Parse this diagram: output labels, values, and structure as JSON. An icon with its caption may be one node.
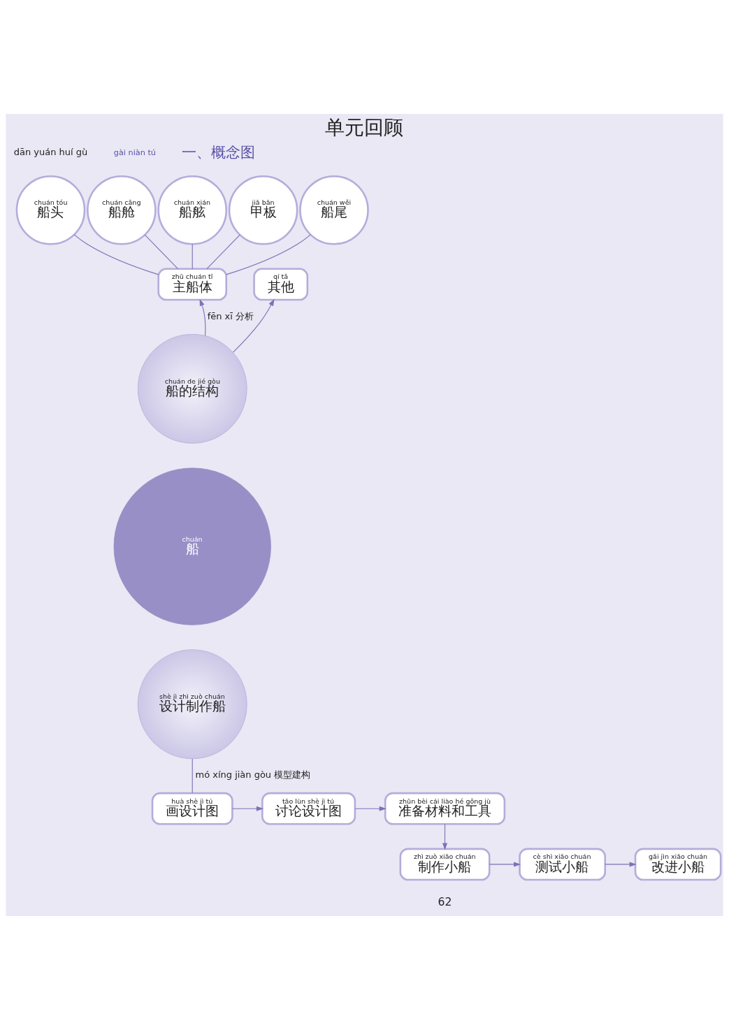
{
  "diagram": {
    "title": "单元回顾",
    "nodes": [
      {
        "text": [
          "chuán tóu",
          "船头"
        ]
      },
      {
        "text": [
          "chuán cāng",
          "船舱"
        ]
      },
      {
        "text": [
          "chuán xián",
          "船舷"
        ]
      },
      {
        "text": [
          "jiǎ bǎn",
          "甲板"
        ]
      },
      {
        "text": [
          "chuán wěi",
          "船尾"
        ]
      },
      {
        "text": [
          "zhǔ chuán tǐ",
          "主船体"
        ]
      },
      {
        "text": [
          "qí tā",
          "其他"
        ]
      },
      {
        "text": [
          "chuán de jié gòu",
          "船的结构"
        ]
      },
      {
        "text": [
          "chuán",
          "船"
        ]
      },
      {
        "text": [
          "shè jì zhì zuò chuán",
          "设计制作船"
        ]
      },
      {
        "text": [
          "huà shè jì tú",
          "画设计图"
        ]
      },
      {
        "text": [
          "tǎo lùn shè jì tú",
          "讨论设计图"
        ]
      },
      {
        "text": [
          "zhǔn bèi cái liào hé gōng jù",
          "准备材料和工具"
        ]
      },
      {
        "text": [
          "zhì zuò xiǎo chuán",
          "制作小船"
        ]
      },
      {
        "text": [
          "cè shì xiǎo chuán",
          "测试小船"
        ]
      },
      {
        "text": [
          "gǎi jìn xiǎo chuán",
          "改进小船"
        ]
      }
    ],
    "edges": [
      {
        "from": 0,
        "to": 5,
        "arrow": "none"
      },
      {
        "from": 1,
        "to": 5,
        "arrow": "none"
      },
      {
        "from": 2,
        "to": 5,
        "arrow": "none"
      },
      {
        "from": 3,
        "to": 5,
        "arrow": "none"
      },
      {
        "from": 4,
        "to": 5,
        "arrow": "none"
      },
      {
        "from": 7,
        "to": 5,
        "arrow": "to",
        "label": "fēn xī 分析"
      },
      {
        "from": 7,
        "to": 6,
        "arrow": "to"
      },
      {
        "from": 9,
        "to": 10,
        "arrow": "none",
        "label": "mó xíng jiàn gòu 模型建构"
      },
      {
        "from": 10,
        "to": 11,
        "arrow": "to"
      },
      {
        "from": 11,
        "to": 12,
        "arrow": "to"
      },
      {
        "from": 12,
        "to": 13,
        "arrow": "to"
      },
      {
        "from": 13,
        "to": 14,
        "arrow": "to"
      },
      {
        "from": 14,
        "to": 15,
        "arrow": "to"
      }
    ],
    "labels": [
      "dān yuán huí gù",
      "gài niàn tú",
      "一、概念图",
      "62"
    ]
  }
}
